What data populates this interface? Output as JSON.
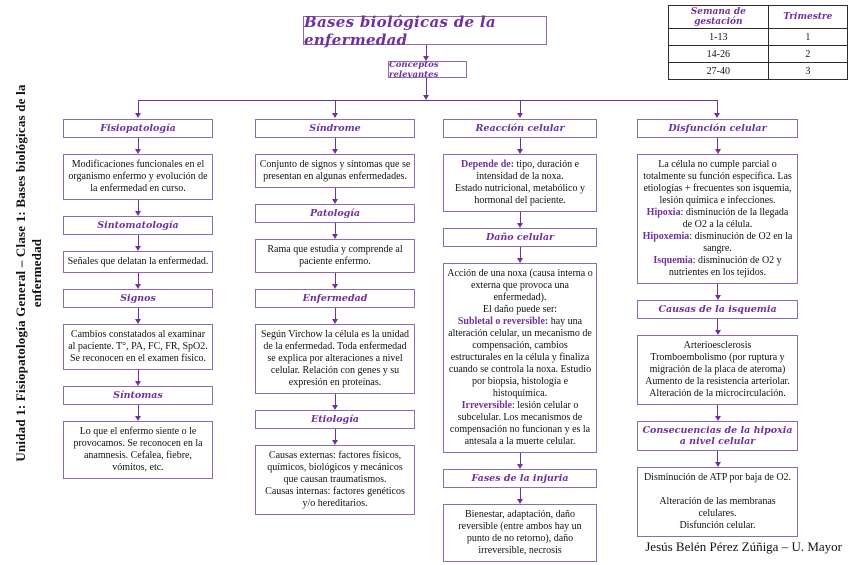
{
  "meta": {
    "accent_color": "#7030A0",
    "border_color": "#9068b8"
  },
  "sidebar": {
    "text": "Unidad 1: Fisiopatología General – Clase 1: Bases biológicas de la enfermedad"
  },
  "header": {
    "title": "Bases biológicas de la enfermedad",
    "subtitle": "Conceptos relevantes"
  },
  "gestation_table": {
    "headers": [
      "Semana de gestación",
      "Trimestre"
    ],
    "rows": [
      [
        "1-13",
        "1"
      ],
      [
        "14-26",
        "2"
      ],
      [
        "27-40",
        "3"
      ]
    ]
  },
  "columns": [
    {
      "name": "fisiopatologia",
      "blocks": [
        {
          "kind": "label",
          "text": "Fisiopatología"
        },
        {
          "kind": "box",
          "segments": [
            {
              "t": "Modificaciones funcionales en el organismo enfermo y evolución de la enfermedad en curso."
            }
          ]
        },
        {
          "kind": "label",
          "text": "Sintomatología"
        },
        {
          "kind": "box",
          "segments": [
            {
              "t": "Señales que delatan la enfermedad."
            }
          ]
        },
        {
          "kind": "label",
          "text": "Signos"
        },
        {
          "kind": "box",
          "segments": [
            {
              "t": "Cambios constatados al examinar al paciente. T°, PA, FC, FR, SpO2. Se reconocen en el examen físico."
            }
          ]
        },
        {
          "kind": "label",
          "text": "Síntomas"
        },
        {
          "kind": "box",
          "segments": [
            {
              "t": "Lo que el enfermo siente o le provocamos. Se reconocen en la anamnesis. Cefalea, fiebre, vómitos, etc."
            }
          ]
        }
      ]
    },
    {
      "name": "sindrome",
      "blocks": [
        {
          "kind": "label",
          "text": "Síndrome"
        },
        {
          "kind": "box",
          "segments": [
            {
              "t": "Conjunto de signos y síntomas que se presentan en algunas enfermedades."
            }
          ]
        },
        {
          "kind": "label",
          "text": "Patología"
        },
        {
          "kind": "box",
          "segments": [
            {
              "t": "Rama que estudia y comprende al paciente enfermo."
            }
          ]
        },
        {
          "kind": "label",
          "text": "Enfermedad"
        },
        {
          "kind": "box",
          "segments": [
            {
              "t": "Según Virchow la célula es la unidad de la enfermedad. Toda enfermedad se explica por alteraciones a nivel celular. Relación con genes y su expresión en proteínas."
            }
          ]
        },
        {
          "kind": "label",
          "text": "Etiología"
        },
        {
          "kind": "box",
          "segments": [
            {
              "t": "Causas externas: factores físicos, químicos, biológicos y mecánicos que causan traumatismos.\nCausas internas: factores genéticos y/o hereditarios."
            }
          ]
        }
      ]
    },
    {
      "name": "reaccion-celular",
      "blocks": [
        {
          "kind": "label",
          "text": "Reacción celular"
        },
        {
          "kind": "box",
          "segments": [
            {
              "t": "Depende de:",
              "b": true
            },
            {
              "t": " tipo, duración e intensidad de la noxa.\nEstado nutricional, metabólico y hormonal del paciente."
            }
          ]
        },
        {
          "kind": "label",
          "text": "Daño celular"
        },
        {
          "kind": "box",
          "segments": [
            {
              "t": "Acción de una noxa (causa interna o externa que provoca una enfermedad).\nEl daño puede ser:\n"
            },
            {
              "t": "Subletal o reversible:",
              "b": true
            },
            {
              "t": " hay una alteración celular, un mecanismo de compensación, cambios estructurales en la célula y finaliza cuando se controla la noxa. Estudio por biopsia, histología e histoquímica.\n"
            },
            {
              "t": "Irreversible",
              "b": true
            },
            {
              "t": ": lesión celular o subcelular. Los mecanismos de compensación no funcionan y es la antesala a la muerte celular."
            }
          ]
        },
        {
          "kind": "label",
          "text": "Fases de la injuria"
        },
        {
          "kind": "box",
          "segments": [
            {
              "t": "Bienestar, adaptación, daño reversible (entre ambos hay un punto de no retorno), daño irreversible, necrosis"
            }
          ]
        }
      ]
    },
    {
      "name": "disfuncion-celular",
      "blocks": [
        {
          "kind": "label",
          "text": "Disfunción celular"
        },
        {
          "kind": "box",
          "segments": [
            {
              "t": "La célula no cumple parcial o totalmente su función específica. Las etiologías + frecuentes son isquemia, lesión química e infecciones.\n"
            },
            {
              "t": "Hipoxia",
              "b": true
            },
            {
              "t": ": disminución de la llegada de O2 a la célula.\n"
            },
            {
              "t": "Hipoxemia",
              "b": true
            },
            {
              "t": ": disminución de O2 en la sangre.\n"
            },
            {
              "t": "Isquemia",
              "b": true
            },
            {
              "t": ": disminución de O2 y nutrientes en los tejidos."
            }
          ]
        },
        {
          "kind": "label",
          "text": "Causas de la isquemia"
        },
        {
          "kind": "box",
          "segments": [
            {
              "t": "Arterioesclerosis\nTromboembolismo (por ruptura y migración de la placa de ateroma)\nAumento de la resistencia arteriolar.\nAlteración de la microcirculación."
            }
          ]
        },
        {
          "kind": "label",
          "text": "Consecuencias de la hipoxia a nivel celular"
        },
        {
          "kind": "box",
          "segments": [
            {
              "t": "Disminución de ATP por baja de O2.\n\nAlteración de las membranas celulares.\nDisfunción celular."
            }
          ]
        }
      ]
    }
  ],
  "footer": {
    "credit": "Jesús Belén Pérez Zúñiga – U. Mayor"
  }
}
